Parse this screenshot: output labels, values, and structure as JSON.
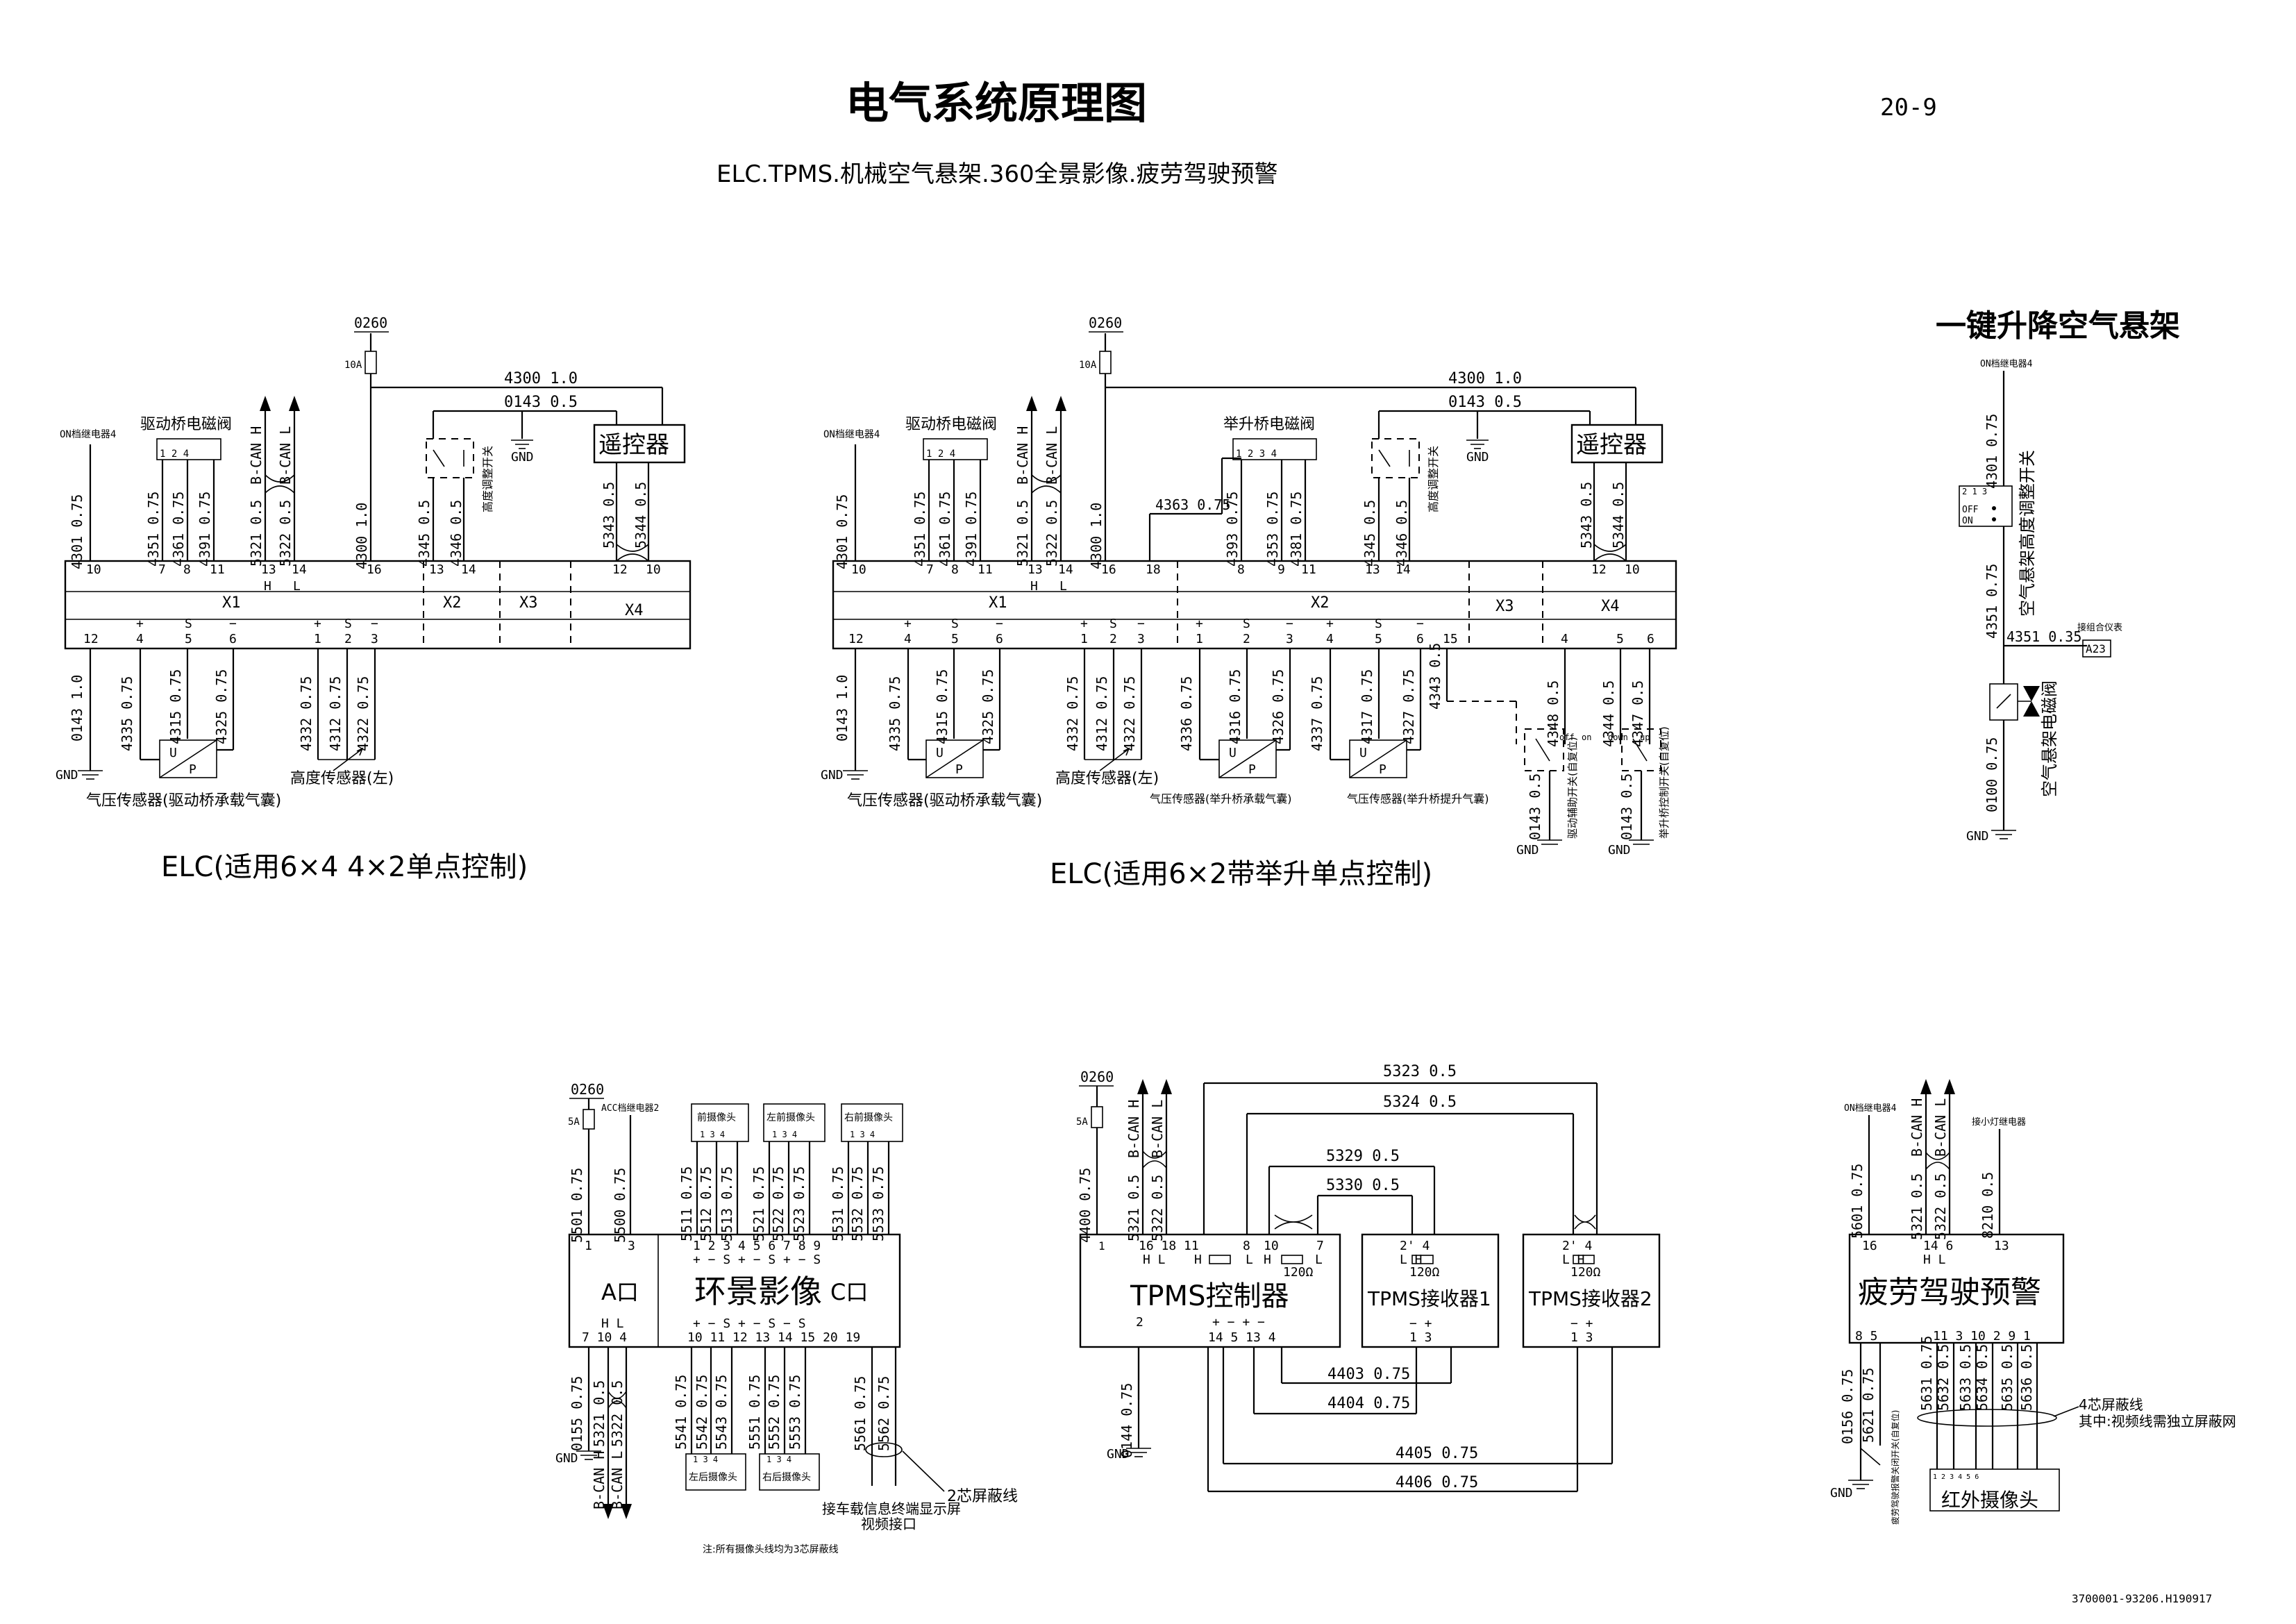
{
  "sheet": {
    "title": "电气系统原理图",
    "page_no": "20-9",
    "subtitle": "ELC.TPMS.机械空气悬架.360全景影像.疲劳驾驶预警",
    "footer_code": "3700001-93206.H190917",
    "footnote": "注:所有摄像头线均为3芯屏蔽线"
  },
  "common": {
    "supply": "0260",
    "fuse_10a": "10A",
    "fuse_5a": "5A",
    "gnd": "GND",
    "on_relay": "ON档继电器4",
    "acc_relay": "ACC档继电器2",
    "remote": "遥控器",
    "drive_valve": "驱动桥电磁阀",
    "lift_valve": "举升桥电磁阀",
    "height_switch": "高度调整开关",
    "bcan_h": "B-CAN H",
    "bcan_l": "B-CAN L",
    "w4300": "4300 1.0",
    "w0143": "0143 0.5",
    "w4363": "4363 0.75"
  },
  "elc1": {
    "caption": "ELC(适用6×4 4×2单点控制)",
    "sensor_air": "气压传感器(驱动桥承载气囊)",
    "sensor_height": "高度传感器(左)",
    "x1": "X1",
    "x2": "X2",
    "x3": "X3",
    "x4": "X4"
  },
  "elc2": {
    "caption": "ELC(适用6×2带举升单点控制)",
    "sensor_air": "气压传感器(驱动桥承载气囊)",
    "sensor_height": "高度传感器(左)",
    "sensor_lift_load": "气压传感器(举升桥承载气囊)",
    "sensor_lift_up": "气压传感器(举升桥提升气囊)",
    "sw_drive_aux": "驱动辅助开关(自复位)",
    "sw_lift_ctrl": "举升桥控制开关(自复位)",
    "x1": "X1",
    "x2": "X2",
    "x3": "X3",
    "x4": "X4"
  },
  "air_susp": {
    "title": "一键升降空气悬架",
    "switch_label": "空气悬架高度调整开关",
    "off": "OFF",
    "on": "ON",
    "valve_label": "空气悬架电磁阀",
    "combo_meter": "接组合仪表",
    "a23": "A23",
    "w4301": "4301 0.75",
    "w4351a": "4351 0.75",
    "w4351b": "4351 0.35",
    "w0100": "0100 0.75"
  },
  "surround": {
    "title": "环景影像",
    "port_a": "A口",
    "port_c": "C口",
    "cam_front": "前摄像头",
    "cam_lf": "左前摄像头",
    "cam_rf": "右前摄像头",
    "cam_lr": "左后摄像头",
    "cam_rr": "右后摄像头",
    "shield2": "2芯屏蔽线",
    "display": "接车载信息终端显示屏",
    "video_port": "视频接口"
  },
  "tpms": {
    "title": "TPMS控制器",
    "rx1": "TPMS接收器1",
    "rx2": "TPMS接收器2",
    "ohm": "120Ω",
    "w5323": "5323 0.5",
    "w5324": "5324 0.5",
    "w5329": "5329 0.5",
    "w5330": "5330 0.5",
    "w4403": "4403 0.75",
    "w4404": "4404 0.75",
    "w4405": "4405 0.75",
    "w4406": "4406 0.75",
    "w4400": "4400 0.75",
    "w5321": "5321 0.5",
    "w5322": "5322 0.5",
    "w0144": "0144 0.75"
  },
  "fatigue": {
    "title": "疲劳驾驶预警",
    "cam": "红外摄像头",
    "lamp_relay": "接小灯继电器",
    "shield4": "4芯屏蔽线",
    "shield_note": "其中:视频线需独立屏蔽网",
    "sw_label": "疲劳驾驶报警关闭开关(自复位)",
    "w5601": "5601 0.75",
    "w5321": "5321 0.5",
    "w5322": "5322 0.5",
    "w8210": "8210 0.5",
    "w0156": "0156 0.75",
    "w5621": "5621 0.75",
    "w5631": "5631 0.75",
    "w5632": "5632 0.5",
    "w5633": "5633 0.5",
    "w5634": "5634 0.5",
    "w5635": "5635 0.5",
    "w5636": "5636 0.5"
  }
}
